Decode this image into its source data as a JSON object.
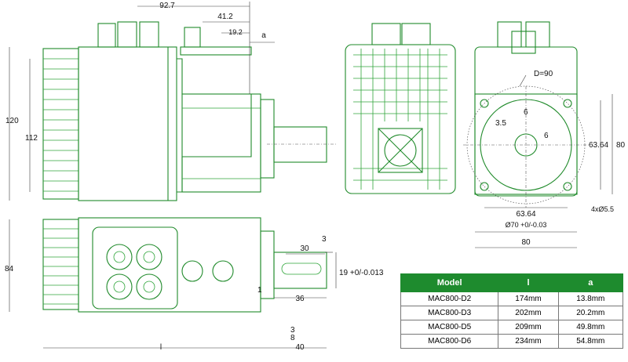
{
  "dimensions": {
    "top": [
      "92.7",
      "41.2",
      "19.2",
      "a"
    ],
    "left": [
      "120",
      "112",
      "84"
    ],
    "flange_d": "D=90",
    "key": [
      "6",
      "3.5",
      "6"
    ],
    "square": [
      "63.64",
      "63.64",
      "80",
      "80"
    ],
    "pilot": "Ø70 +0/-0.03",
    "holes": "4xØ5.5",
    "shaft": [
      "30",
      "3",
      "19 +0/-0.013",
      "36",
      "1",
      "3",
      "8",
      "40",
      "l"
    ]
  },
  "table": {
    "headers": [
      "Model",
      "l",
      "a"
    ],
    "rows": [
      [
        "MAC800-D2",
        "174mm",
        "13.8mm"
      ],
      [
        "MAC800-D3",
        "202mm",
        "20.2mm"
      ],
      [
        "MAC800-D5",
        "209mm",
        "49.8mm"
      ],
      [
        "MAC800-D6",
        "234mm",
        "54.8mm"
      ]
    ]
  },
  "colors": {
    "drawing": "#1f8a2a",
    "table_header": "#1e8b2e"
  }
}
